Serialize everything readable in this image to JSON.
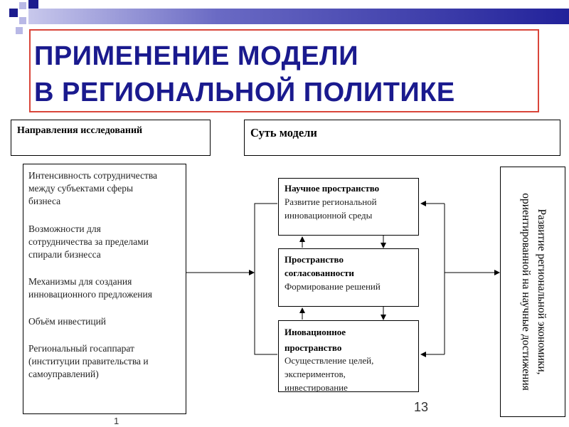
{
  "title": {
    "line1": "ПРИМЕНЕНИЕ МОДЕЛИ",
    "line2": "В РЕГИОНАЛЬНОЙ ПОЛИТИКЕ"
  },
  "header_left": "Направления исследований",
  "header_right": "Суть модели",
  "research_directions": [
    "Интенсивность сотрудничества",
    "между субъектами сферы",
    "бизнеса",
    "Возможности для",
    "сотрудничества за пределами",
    "спирали бизнесса",
    "Механизмы для создания",
    "инновационного предложения",
    "Объём инвестиций",
    "Региональный госаппарат",
    "(институции правительства и",
    "самоуправлений)"
  ],
  "spaces": [
    {
      "title": "Научное пространство",
      "text": [
        "Развитие региональной",
        "инновационной среды"
      ]
    },
    {
      "title": [
        "Пространство",
        "согласованности"
      ],
      "text": [
        "Формирование решений"
      ]
    },
    {
      "title": [
        "Иновационное",
        "пространство"
      ],
      "text": [
        "Осуществление целей,",
        "экспериментов,",
        "инвестирование"
      ]
    }
  ],
  "outcome": "Развитие региональной экономики, ориентированной на научные достижения",
  "page_number": "13",
  "footer_fragment": "1"
}
